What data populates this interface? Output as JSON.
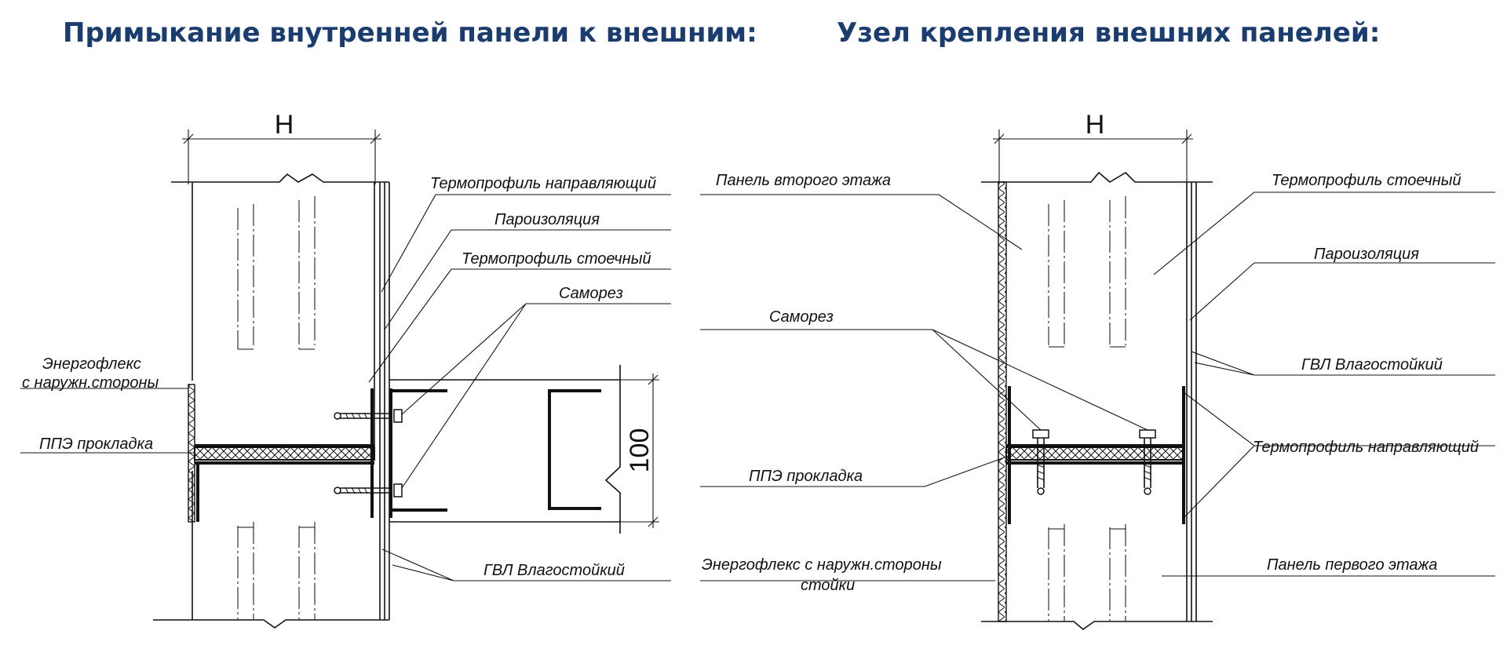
{
  "titles": {
    "left": "Примыкание внутренней панели к внешним:",
    "right": "Узел крепления внешних панелей:"
  },
  "left_node": {
    "dim_width": "H",
    "dim_height": "100",
    "labels": {
      "guide_profile": "Термопрофиль направляющий",
      "vapor_barrier": "Пароизоляция",
      "drain_profile": "Термопрофиль стоечный",
      "screw": "Саморез",
      "energoflex_l1": "Энергофлекс",
      "energoflex_l2": "с наружн.стороны",
      "ppe_gasket": "ППЭ прокладка",
      "gvl": "ГВЛ Влагостойкий"
    }
  },
  "right_node": {
    "dim_width": "H",
    "labels": {
      "panel_second_floor": "Панель второго этажа",
      "drain_profile": "Термопрофиль стоечный",
      "vapor_barrier": "Пароизоляция",
      "screw": "Саморез",
      "gvl": "ГВЛ Влагостойкий",
      "guide_profile": "Термопрофиль направляющий",
      "ppe_gasket": "ППЭ прокладка",
      "energoflex_l1": "Энергофлекс с наружн.стороны",
      "energoflex_l2": "стойки",
      "panel_first_floor": "Панель первого этажа"
    }
  }
}
